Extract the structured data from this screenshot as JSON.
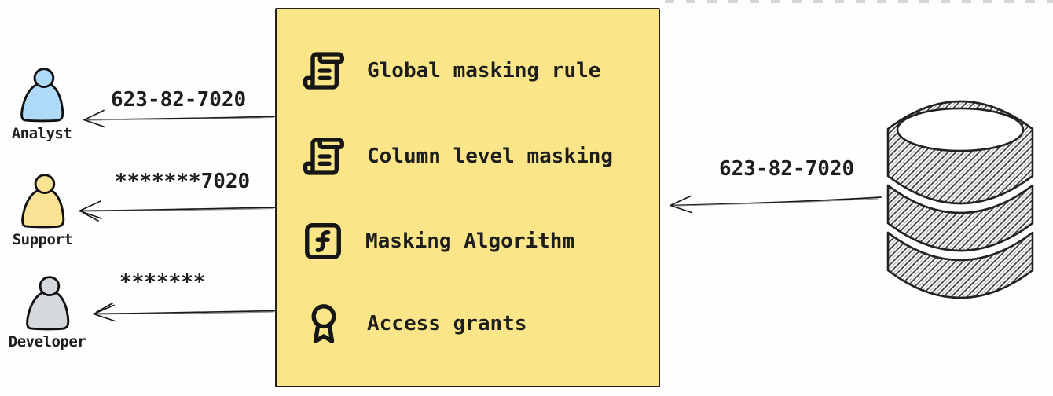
{
  "personas": [
    {
      "label": "Analyst",
      "received_value": "623-82-7020",
      "fill_color": "#aed9f7"
    },
    {
      "label": "Support",
      "received_value": "*******7020",
      "fill_color": "#f8e294"
    },
    {
      "label": "Developer",
      "received_value": "*******",
      "fill_color": "#d5d8dc"
    }
  ],
  "masking_layer": {
    "background_color": "#fae588",
    "items": [
      {
        "icon": "scroll-text-icon",
        "label": "Global masking rule"
      },
      {
        "icon": "scroll-text-icon",
        "label": "Column level masking"
      },
      {
        "icon": "function-square-icon",
        "label": "Masking Algorithm"
      },
      {
        "icon": "award-icon",
        "label": "Access grants"
      }
    ]
  },
  "database": {
    "icon": "database-cylinder-icon",
    "outgoing_value": "623-82-7020"
  }
}
